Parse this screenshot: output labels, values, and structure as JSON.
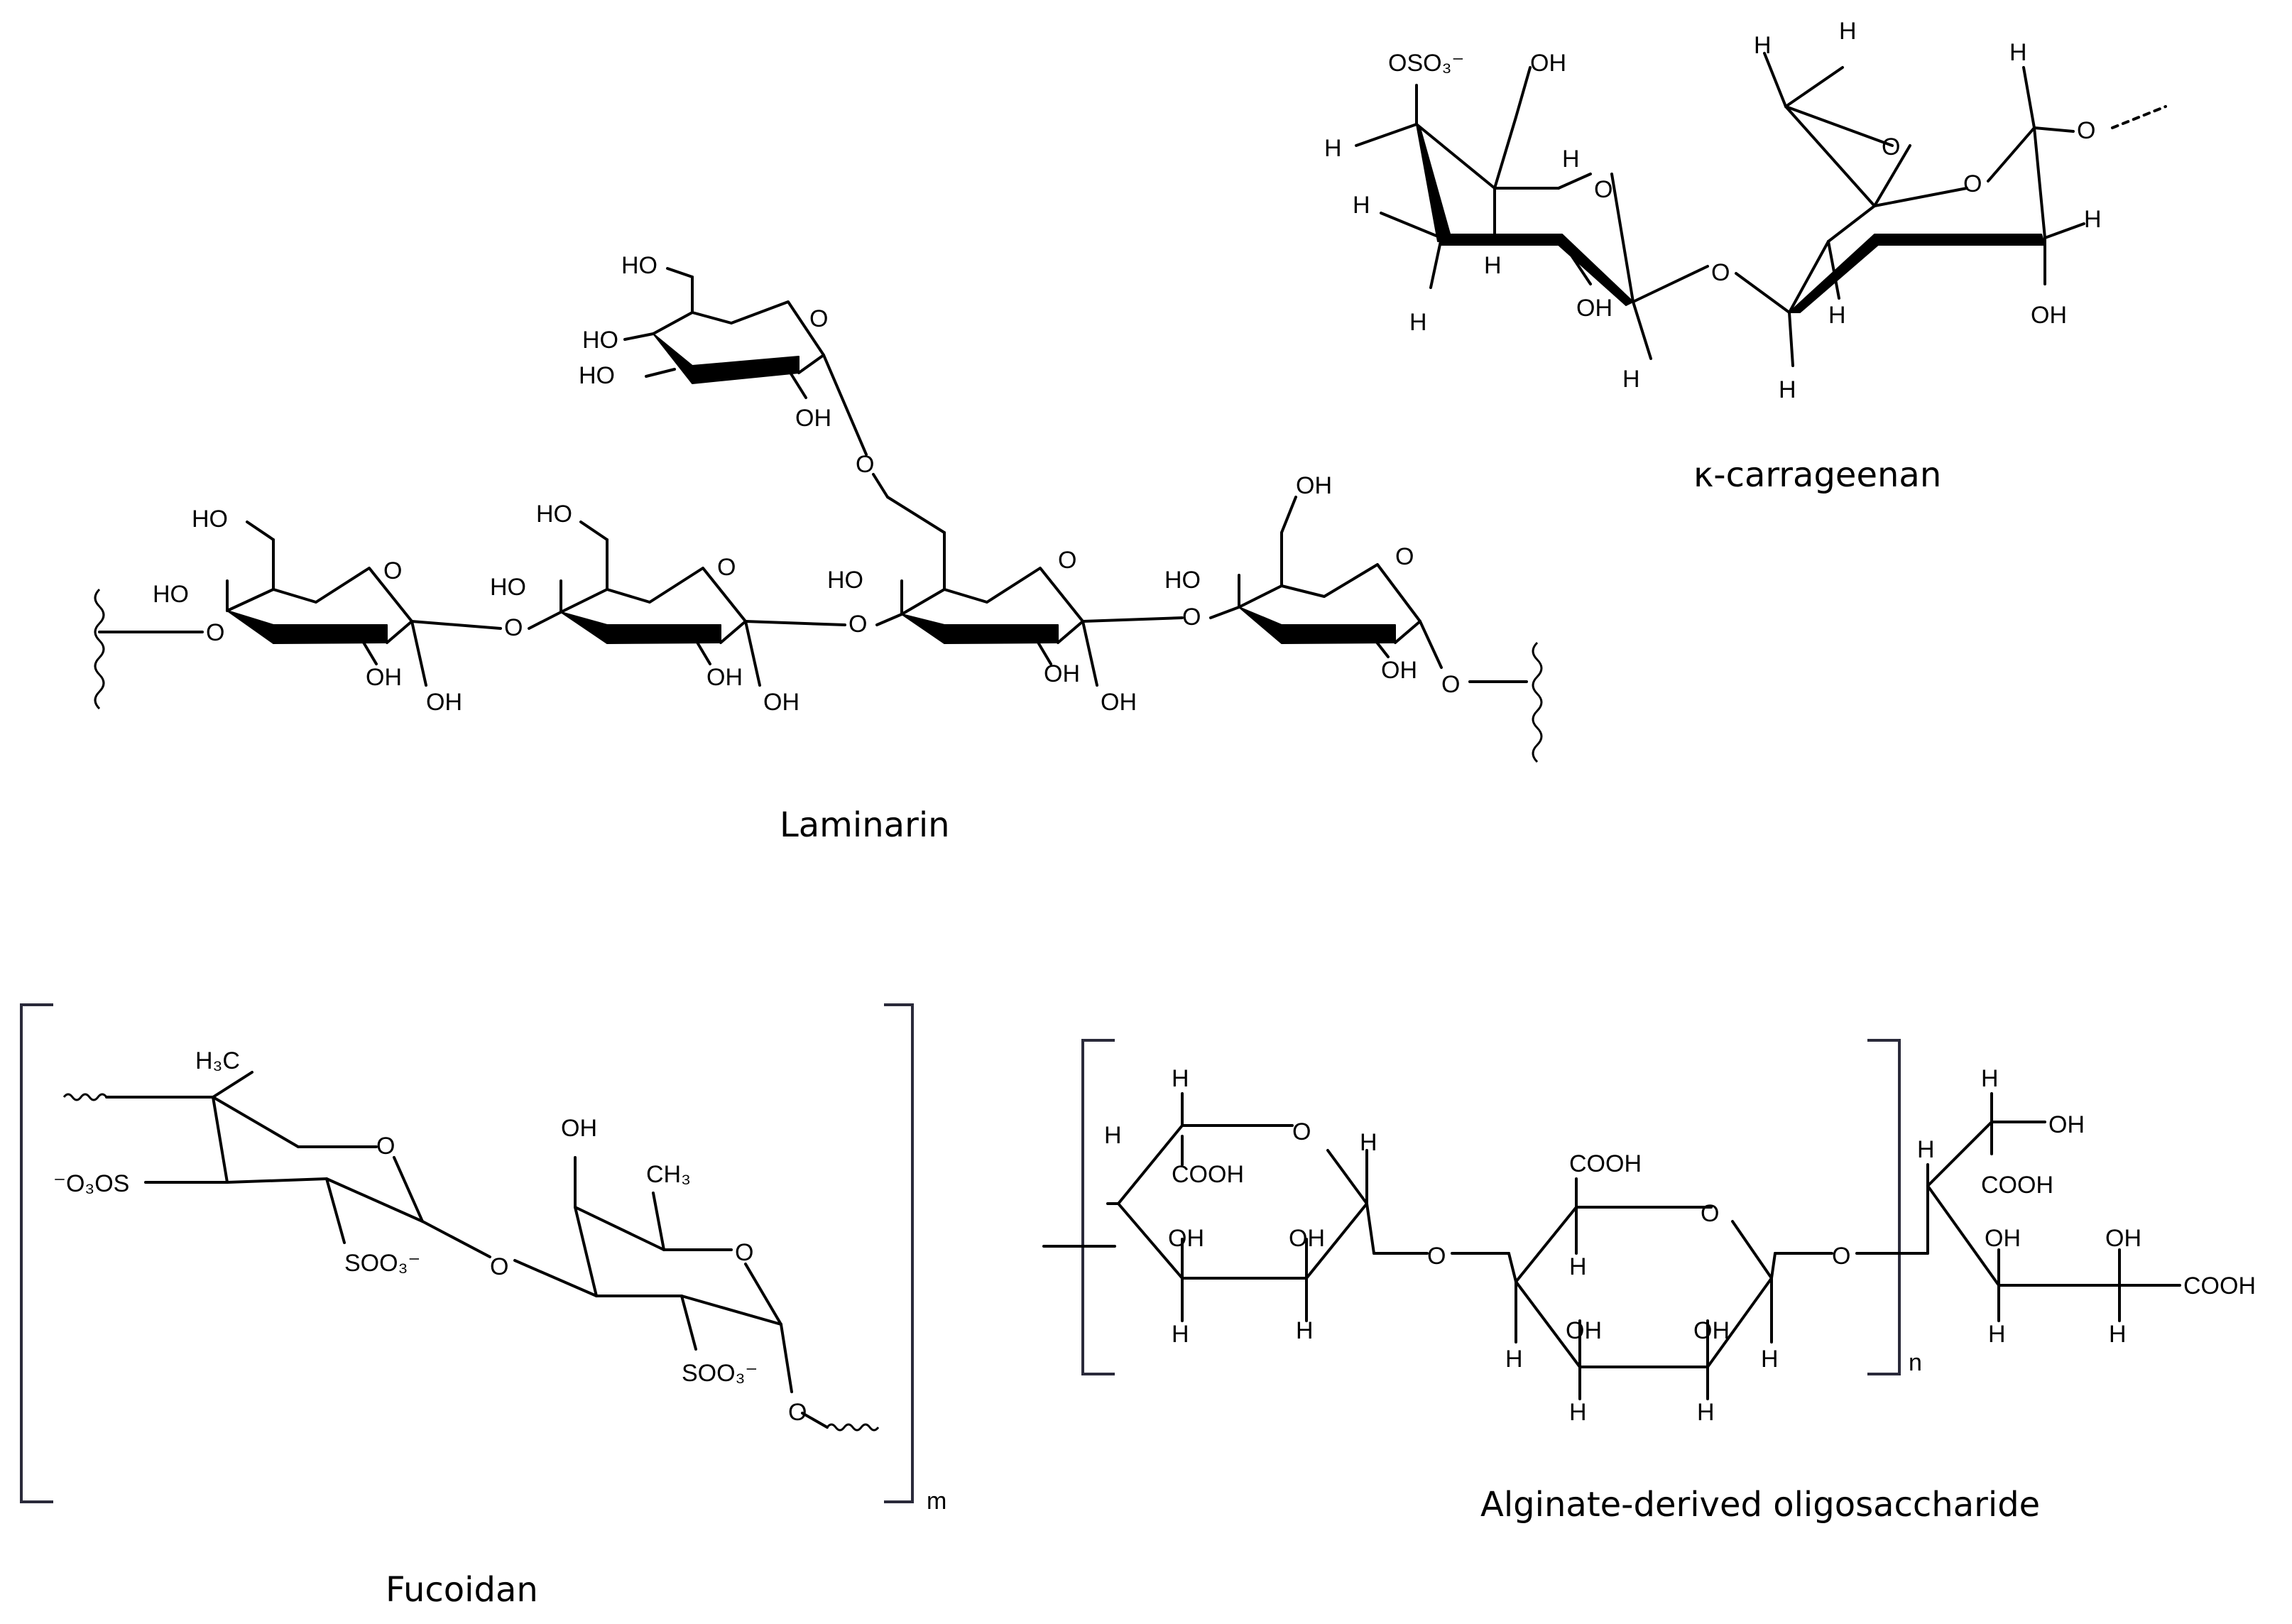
{
  "captions": {
    "laminarin": "Laminarin",
    "carrageenan": "κ-carrageenan",
    "fucoidan": "Fucoidan",
    "alginate": "Alginate-derived oligosaccharide"
  },
  "subscripts": {
    "fucoidan_repeat": "m",
    "alginate_repeat": "n"
  },
  "atoms": {
    "o": "O",
    "h": "H",
    "oh": "OH",
    "ho": "HO",
    "cooh": "COOH",
    "oso3": "OSO₃⁻",
    "o3os": "⁻O₃OS",
    "soo3": "SOO₃⁻",
    "h3c": "H₃C",
    "ch3": "CH₃"
  }
}
